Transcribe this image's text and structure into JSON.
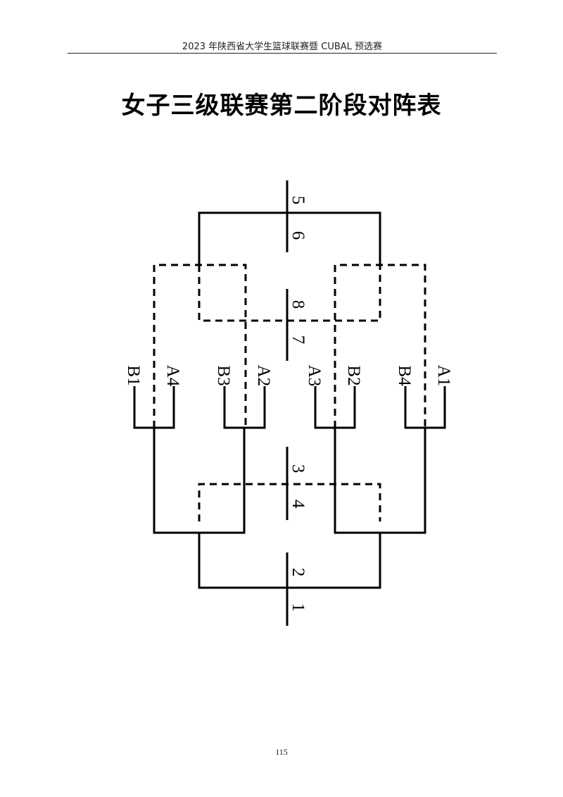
{
  "header": {
    "text": "2023 年陕西省大学生篮球联赛暨 CUBAL 预选赛"
  },
  "title": "女子三级联赛第二阶段对阵表",
  "teams": [
    "B1",
    "A4",
    "B3",
    "A2",
    "A3",
    "B2",
    "B4",
    "A1"
  ],
  "places": {
    "p5": "5",
    "p6": "6",
    "p8": "8",
    "p7": "7",
    "p3": "3",
    "p4": "4",
    "p2": "2",
    "p1": "1"
  },
  "page_number": "115"
}
